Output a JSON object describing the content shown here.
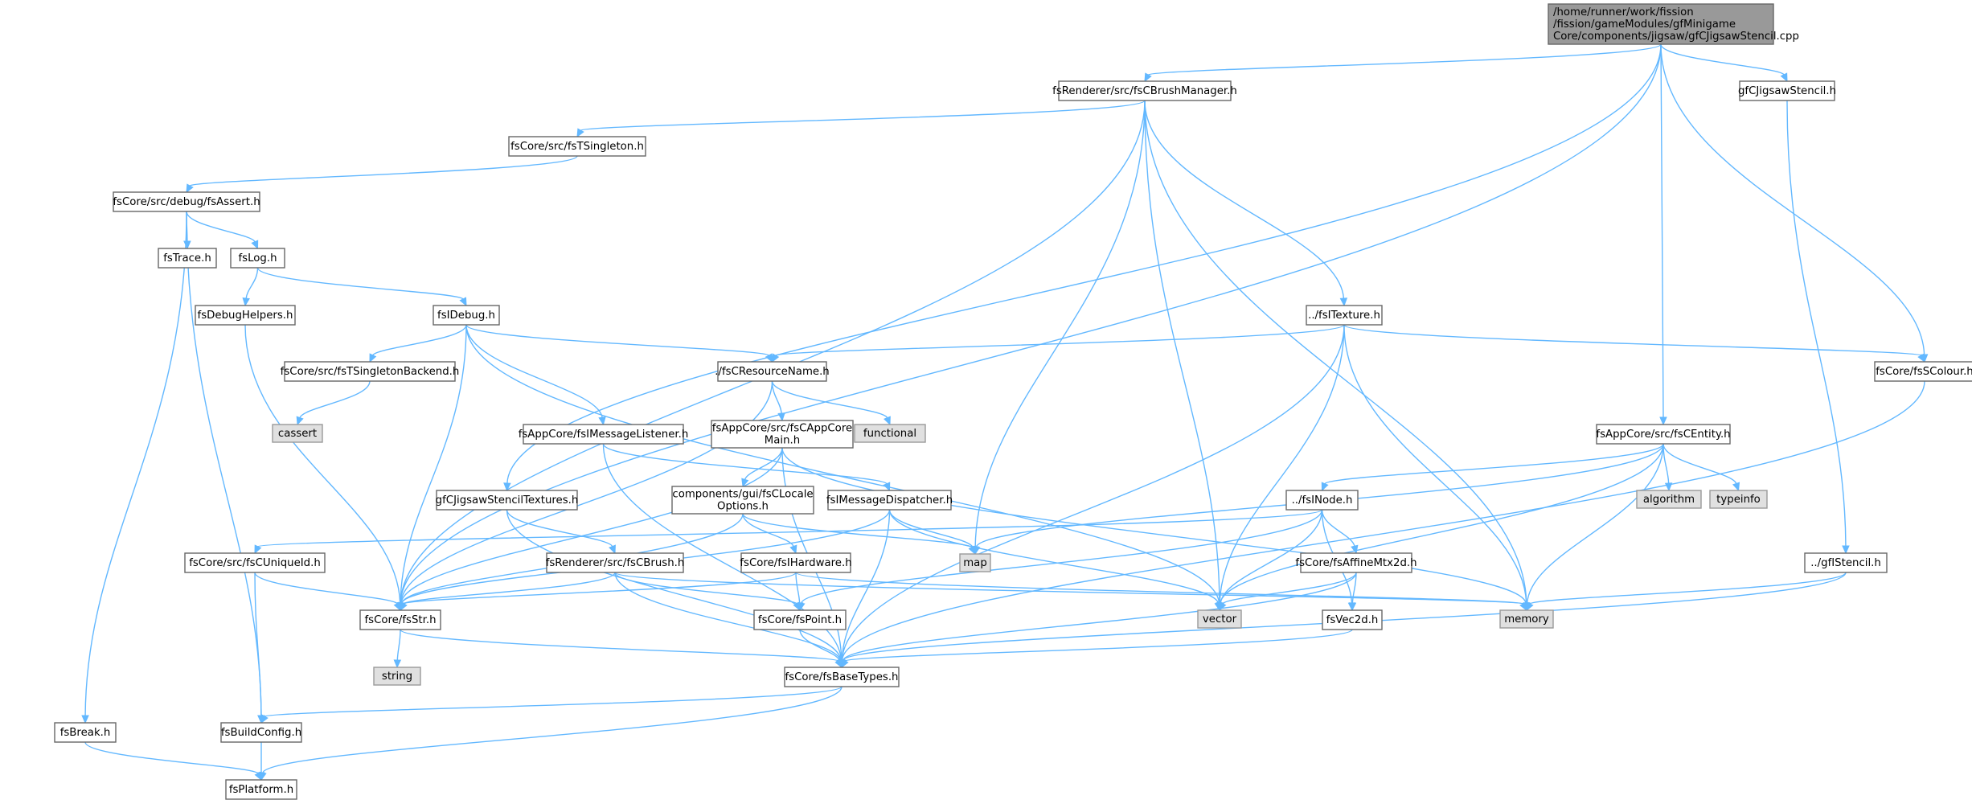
{
  "colors": {
    "root_fill": "#999999",
    "root_border": "#666666",
    "header_fill": "#ffffff",
    "header_border": "#666666",
    "system_fill": "#e0e0e0",
    "system_border": "#999999",
    "edge": "#63b8ff"
  },
  "nodes": [
    {
      "id": "root",
      "kind": "root",
      "lines": [
        "/home/runner/work/fission",
        "/fission/gameModules/gfMinigame",
        "Core/components/jigsaw/gfCJigsawStencil.cpp"
      ]
    },
    {
      "id": "brushmgr",
      "kind": "header",
      "lines": [
        "fsRenderer/src/fsCBrushManager.h"
      ]
    },
    {
      "id": "gfjigsawh",
      "kind": "header",
      "lines": [
        "gfCJigsawStencil.h"
      ]
    },
    {
      "id": "tsingleton",
      "kind": "header",
      "lines": [
        "fsCore/src/fsTSingleton.h"
      ]
    },
    {
      "id": "fsassert",
      "kind": "header",
      "lines": [
        "fsCore/src/debug/fsAssert.h"
      ]
    },
    {
      "id": "fstrace",
      "kind": "header",
      "lines": [
        "fsTrace.h"
      ]
    },
    {
      "id": "fslog",
      "kind": "header",
      "lines": [
        "fsLog.h"
      ]
    },
    {
      "id": "debughelpers",
      "kind": "header",
      "lines": [
        "fsDebugHelpers.h"
      ]
    },
    {
      "id": "fsidebug",
      "kind": "header",
      "lines": [
        "fsIDebug.h"
      ]
    },
    {
      "id": "itexture",
      "kind": "header",
      "lines": [
        "../fsITexture.h"
      ]
    },
    {
      "id": "scolour",
      "kind": "header",
      "lines": [
        "fsCore/fsSColour.h"
      ]
    },
    {
      "id": "tsbackend",
      "kind": "header",
      "lines": [
        "fsCore/src/fsTSingletonBackend.h"
      ]
    },
    {
      "id": "resname",
      "kind": "header",
      "lines": [
        "./fsCResourceName.h"
      ]
    },
    {
      "id": "cassert",
      "kind": "system",
      "lines": [
        "cassert"
      ]
    },
    {
      "id": "functional",
      "kind": "system",
      "lines": [
        "functional"
      ]
    },
    {
      "id": "msglistener",
      "kind": "header",
      "lines": [
        "fsAppCore/fsIMessageListener.h"
      ]
    },
    {
      "id": "appmain",
      "kind": "header",
      "lines": [
        "fsAppCore/src/fsCAppCore",
        "Main.h"
      ]
    },
    {
      "id": "centity",
      "kind": "header",
      "lines": [
        "fsAppCore/src/fsCEntity.h"
      ]
    },
    {
      "id": "algorithm",
      "kind": "system",
      "lines": [
        "algorithm"
      ]
    },
    {
      "id": "typeinfo",
      "kind": "system",
      "lines": [
        "typeinfo"
      ]
    },
    {
      "id": "stenciltex",
      "kind": "header",
      "lines": [
        "gfCJigsawStencilTextures.h"
      ]
    },
    {
      "id": "localeopts",
      "kind": "header",
      "lines": [
        "components/gui/fsCLocale",
        "Options.h"
      ]
    },
    {
      "id": "msgdispatch",
      "kind": "header",
      "lines": [
        "fsIMessageDispatcher.h"
      ]
    },
    {
      "id": "inode",
      "kind": "header",
      "lines": [
        "../fsINode.h"
      ]
    },
    {
      "id": "istencil",
      "kind": "header",
      "lines": [
        "../gfIStencil.h"
      ]
    },
    {
      "id": "uniqueid",
      "kind": "header",
      "lines": [
        "fsCore/src/fsCUniqueId.h"
      ]
    },
    {
      "id": "cbrush",
      "kind": "header",
      "lines": [
        "fsRenderer/src/fsCBrush.h"
      ]
    },
    {
      "id": "ihardware",
      "kind": "header",
      "lines": [
        "fsCore/fsIHardware.h"
      ]
    },
    {
      "id": "map",
      "kind": "system",
      "lines": [
        "map"
      ]
    },
    {
      "id": "affine",
      "kind": "header",
      "lines": [
        "fsCore/fsAffineMtx2d.h"
      ]
    },
    {
      "id": "vector",
      "kind": "system",
      "lines": [
        "vector"
      ]
    },
    {
      "id": "memory",
      "kind": "system",
      "lines": [
        "memory"
      ]
    },
    {
      "id": "fsstr",
      "kind": "header",
      "lines": [
        "fsCore/fsStr.h"
      ]
    },
    {
      "id": "fspoint",
      "kind": "header",
      "lines": [
        "fsCore/fsPoint.h"
      ]
    },
    {
      "id": "fsvec2d",
      "kind": "header",
      "lines": [
        "fsVec2d.h"
      ]
    },
    {
      "id": "string",
      "kind": "system",
      "lines": [
        "string"
      ]
    },
    {
      "id": "basetypes",
      "kind": "header",
      "lines": [
        "fsCore/fsBaseTypes.h"
      ]
    },
    {
      "id": "fsbreak",
      "kind": "header",
      "lines": [
        "fsBreak.h"
      ]
    },
    {
      "id": "buildconfig",
      "kind": "header",
      "lines": [
        "fsBuildConfig.h"
      ]
    },
    {
      "id": "platform",
      "kind": "header",
      "lines": [
        "fsPlatform.h"
      ]
    }
  ]
}
